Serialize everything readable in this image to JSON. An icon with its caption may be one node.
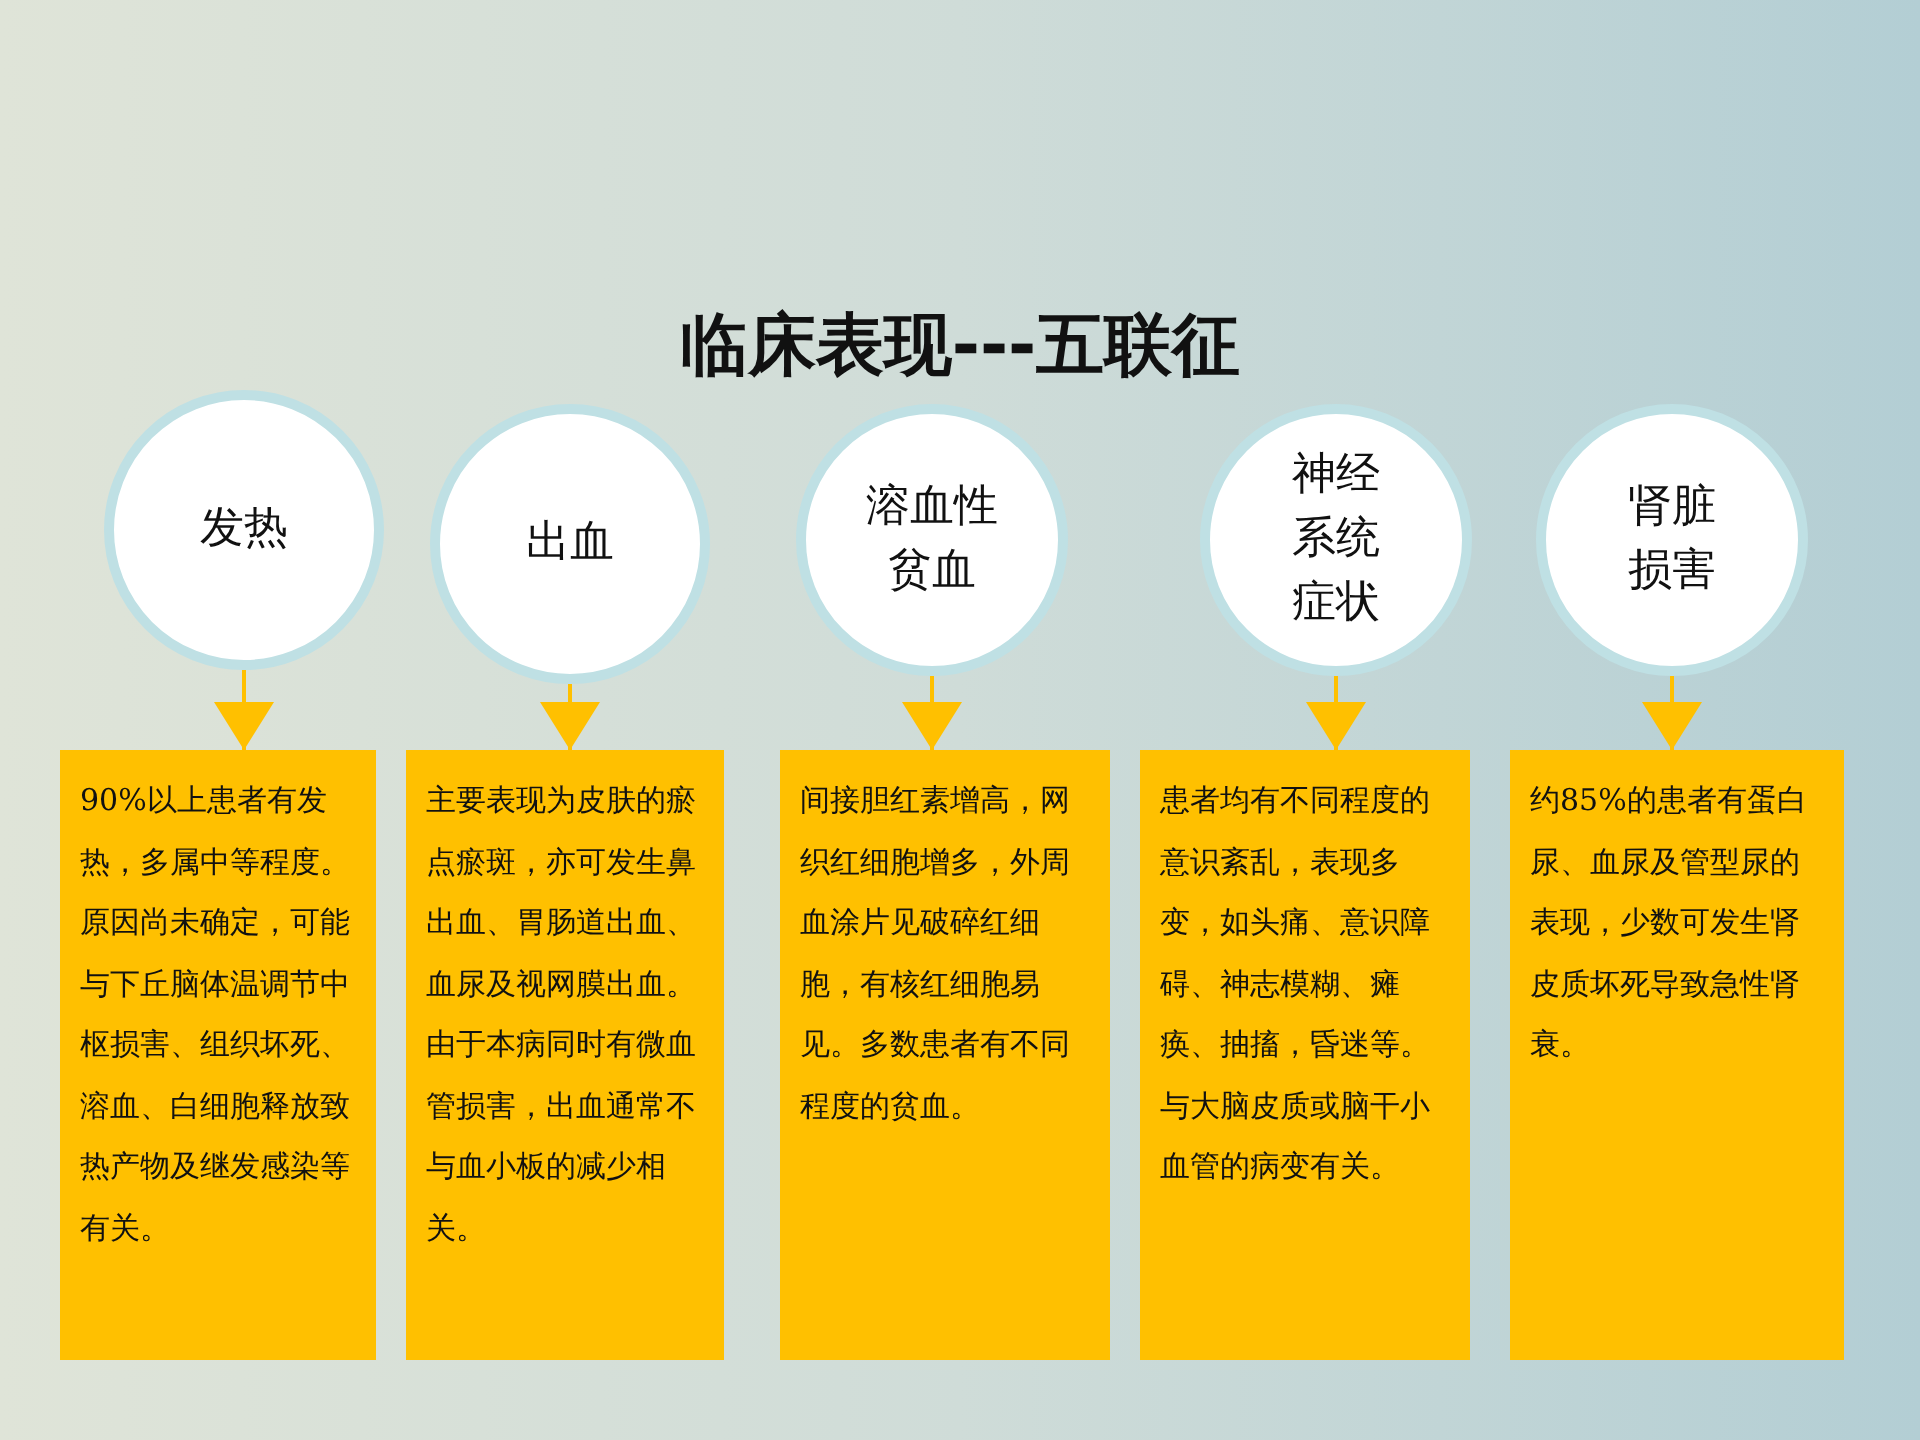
{
  "diagram": {
    "title": "临床表现---五联征",
    "nodes": [
      {
        "text": [
          "发热"
        ]
      },
      {
        "text": [
          "出血"
        ]
      },
      {
        "text": [
          "溶血性贫血"
        ]
      },
      {
        "text": [
          "神经系统症状"
        ]
      },
      {
        "text": [
          "肾脏损害"
        ]
      },
      {
        "text": [
          "90%以上患者有发热，多属中等程度。原因尚未确定，可能与下丘脑体温调节中枢损害、组织坏死、溶血、白细胞释放致热产物及继发感染等有关。"
        ]
      },
      {
        "text": [
          "主要表现为皮肤的瘀点瘀斑，亦可发生鼻出血、胃肠道出血、血尿及视网膜出血。由于本病同时有微血管损害，出血通常不与血小板的减少相关。"
        ]
      },
      {
        "text": [
          "间接胆红素增高，网织红细胞增多，外周血涂片见破碎红细胞，有核红细胞易见。多数患者有不同程度的贫血。"
        ]
      },
      {
        "text": [
          "患者均有不同程度的意识紊乱，表现多变，如头痛、意识障碍、神志模糊、瘫痪、抽搐，昏迷等。与大脑皮质或脑干小血管的病变有关。"
        ]
      },
      {
        "text": [
          "约85%的患者有蛋白尿、血尿及管型尿的表现，少数可发生肾皮质坏死导致急性肾衰。"
        ]
      }
    ],
    "edges": [
      {
        "from": 0,
        "to": 5,
        "arrow": "to"
      },
      {
        "from": 1,
        "to": 6,
        "arrow": "to"
      },
      {
        "from": 2,
        "to": 7,
        "arrow": "to"
      },
      {
        "from": 3,
        "to": 8,
        "arrow": "to"
      },
      {
        "from": 4,
        "to": 9,
        "arrow": "to"
      }
    ]
  }
}
